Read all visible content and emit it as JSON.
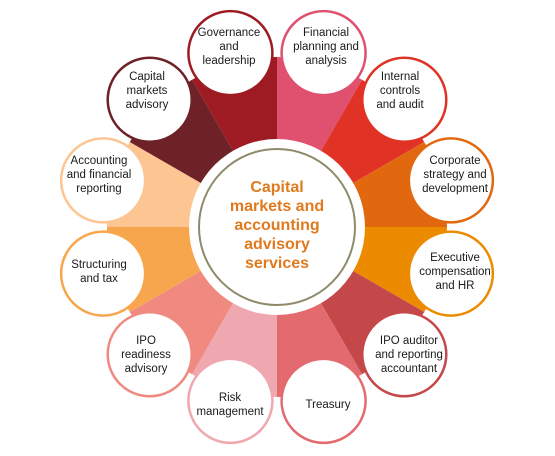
{
  "center": {
    "title": "Capital\nmarkets and\naccounting\nadvisory\nservices",
    "title_color": "#e07a1f",
    "ring_color": "#8f8a6a"
  },
  "segments": [
    {
      "label": "Governance\nand\nleadership",
      "color": "#9e1b24"
    },
    {
      "label": "Financial\nplanning and\nanalysis",
      "color": "#e0506f"
    },
    {
      "label": "Internal\ncontrols\nand audit",
      "color": "#e03325"
    },
    {
      "label": "Corporate\nstrategy and\ndevelopment",
      "color": "#e2680f"
    },
    {
      "label": "Executive\ncompensation\nand HR",
      "color": "#ed8b00"
    },
    {
      "label": "IPO auditor\nand reporting\naccountant",
      "color": "#c4484a"
    },
    {
      "label": "Treasury",
      "color": "#e36a6e"
    },
    {
      "label": "Risk\nmanagement",
      "color": "#f0a8b0"
    },
    {
      "label": "IPO\nreadiness\nadvisory",
      "color": "#f08a80"
    },
    {
      "label": "Structuring\nand tax",
      "color": "#f7a64d"
    },
    {
      "label": "Accounting\nand financial\nreporting",
      "color": "#fcc592"
    },
    {
      "label": "Capital\nmarkets\nadvisory",
      "color": "#6e2228"
    }
  ]
}
